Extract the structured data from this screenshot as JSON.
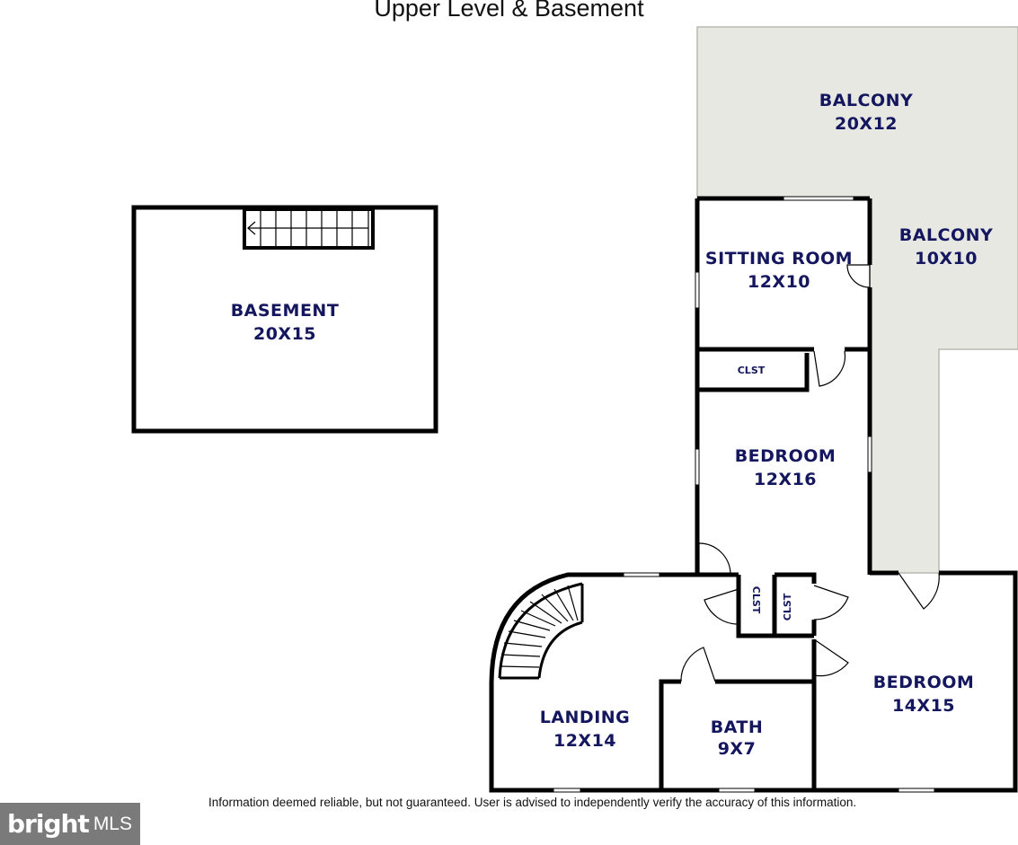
{
  "title": "Upper Level & Basement",
  "rooms": {
    "basement": {
      "name": "BASEMENT",
      "dim": "20X15"
    },
    "balcony_top": {
      "name": "BALCONY",
      "dim": "20X12"
    },
    "balcony_side": {
      "name": "BALCONY",
      "dim": "10X10"
    },
    "sitting_room": {
      "name": "SITTING ROOM",
      "dim": "12X10"
    },
    "closet_upper": {
      "name": "CLST"
    },
    "bedroom_middle": {
      "name": "BEDROOM",
      "dim": "12X16"
    },
    "closet_left": {
      "name": "CLST"
    },
    "closet_right": {
      "name": "CLST"
    },
    "landing": {
      "name": "LANDING",
      "dim": "12X14"
    },
    "bath": {
      "name": "BATH",
      "dim": "9X7"
    },
    "bedroom_right": {
      "name": "BEDROOM",
      "dim": "14X15"
    }
  },
  "disclaimer": "Information deemed reliable, but not guaranteed.  User is advised to independently verify the accuracy of this information.",
  "logo": {
    "brand": "bright",
    "suffix": "MLS"
  },
  "colors": {
    "wall": "#000000",
    "label": "#14165e",
    "balcony": "#e8e8e2",
    "logo_bg": "#7a7a7a"
  }
}
